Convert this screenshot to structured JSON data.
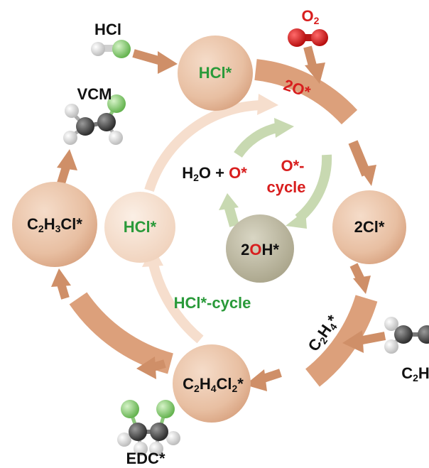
{
  "colors": {
    "node": "#e6b99b",
    "node_light": "#f3dccb",
    "node_gray": "#b6b19a",
    "band": "#dba07b",
    "arrow": "#cf8f68",
    "arrow_pale": "#f4d9c7",
    "green_arrow": "#c8d9b1",
    "green_text": "#2a9a3a",
    "red_text": "#d81e1e",
    "o2_atom": "#d42020",
    "cl_atom": "#8fd07a",
    "h_atom": "#e9e9e9",
    "c_atom": "#555555"
  },
  "molecules": {
    "hcl": {
      "label": "HCl"
    },
    "o2": {
      "label": "O",
      "sub": "2"
    },
    "vcm": {
      "label": "VCM"
    },
    "ethylene": {
      "label_main": "C",
      "label_sub": "2",
      "label_tail": "H"
    },
    "edc": {
      "label": "EDC*"
    }
  },
  "nodes": {
    "hcl_top": {
      "label": "HCl*"
    },
    "cl2": {
      "label": "2Cl*"
    },
    "oh2": {
      "pre": "2",
      "o": "O",
      "post": "H*"
    },
    "c2h4cl2": {
      "p1": "C",
      "s1": "2",
      "p2": "H",
      "s2": "4",
      "p3": "Cl",
      "s3": "2",
      "p4": "*"
    },
    "c2h3cl": {
      "p1": "C",
      "s1": "2",
      "p2": "H",
      "s2": "3",
      "p3": "Cl*"
    },
    "hcl_inner": {
      "label": "HCl*"
    }
  },
  "bands": {
    "o2_band": {
      "label": "2O*"
    },
    "c2h4_band": {
      "p1": "C",
      "s1": "2",
      "p2": "H",
      "s2": "4",
      "p3": "*"
    }
  },
  "texts": {
    "h2o": {
      "p1": "H",
      "s1": "2",
      "p2": "O + ",
      "o": "O*"
    },
    "o_cycle": {
      "line1": "O*-",
      "line2": "cycle"
    },
    "hcl_cycle": "HCl*-cycle"
  }
}
